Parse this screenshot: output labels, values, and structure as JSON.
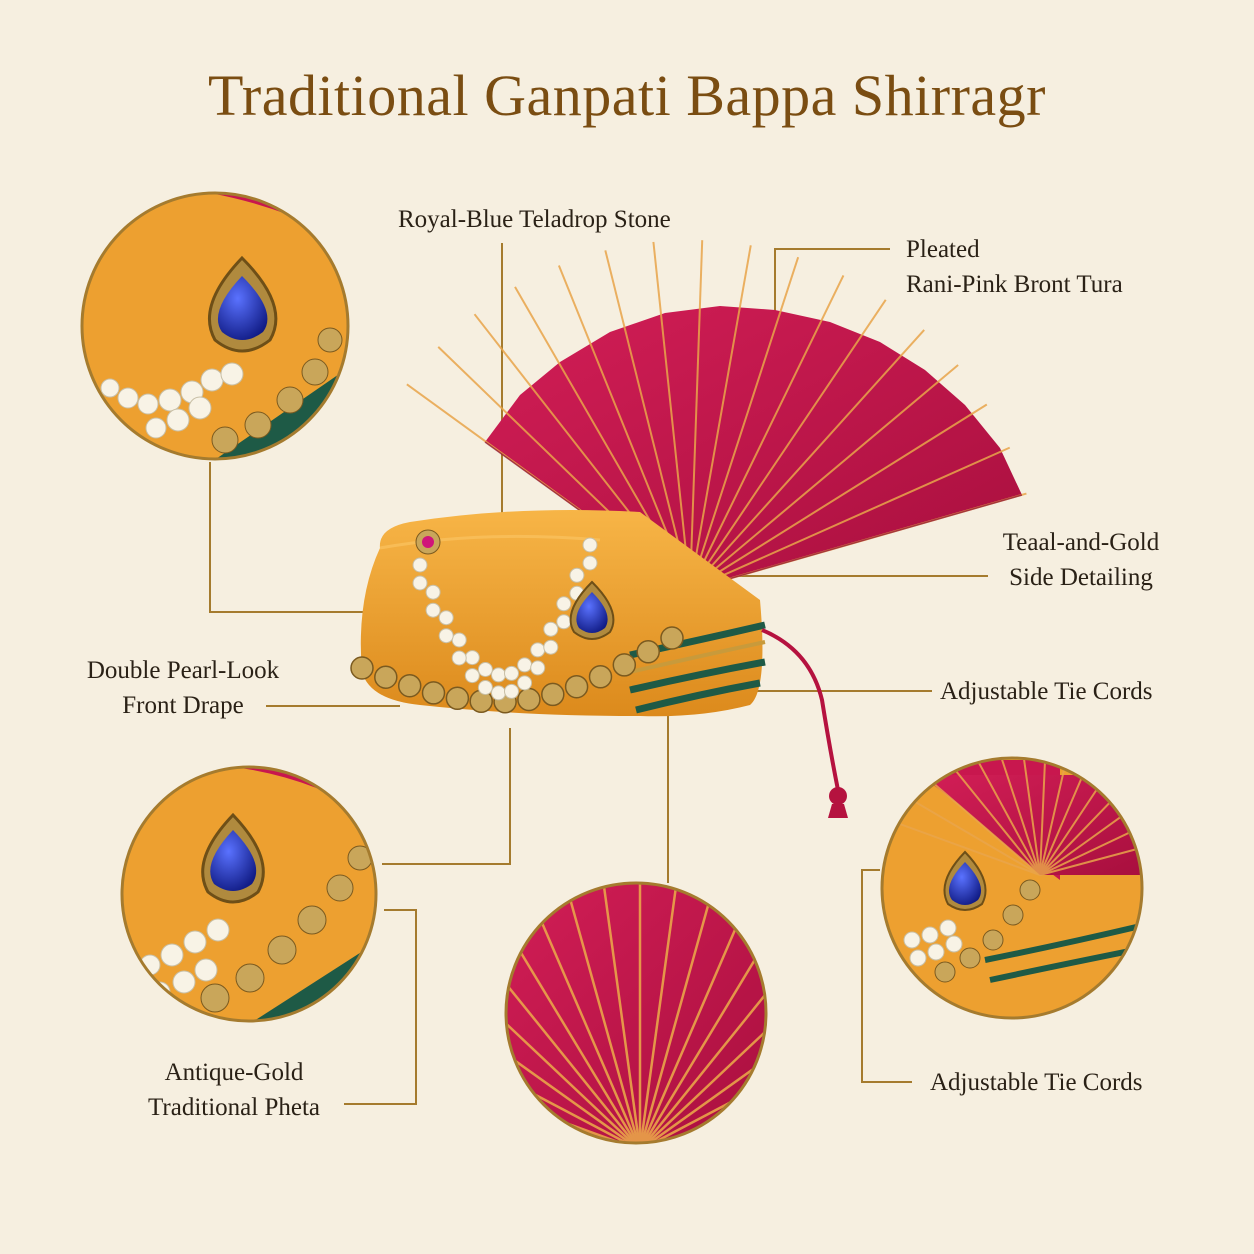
{
  "title": "Traditional Ganpati Bappa Shirragr",
  "labels": {
    "blue_stone": "Royal-Blue Teladrop Stone",
    "pleated_line1": "Pleated",
    "pleated_line2": "Rani-Pink Bront Tura",
    "teal_line1": "Teaal-and-Gold",
    "teal_line2": "Side Detailing",
    "pearl_line1": "Double Pearl-Look",
    "pearl_line2": "Front Drape",
    "tie_cords": "Adjustable Tie Cords",
    "pheta_line1": "Antique-Gold",
    "pheta_line2": "Traditional Pheta",
    "tie_cords_2": "Adjustable Tie Cords"
  },
  "colors": {
    "background": "#f6efe0",
    "title": "#7a4d12",
    "leader_line": "#a57b2e",
    "turban_saffron": "#f0a42f",
    "fan_pink": "#c8174e",
    "stone_blue": "#1d2fa8",
    "band_teal": "#1e5a46",
    "pearl": "#f8f3e6",
    "antique_gold": "#b08a3e"
  }
}
